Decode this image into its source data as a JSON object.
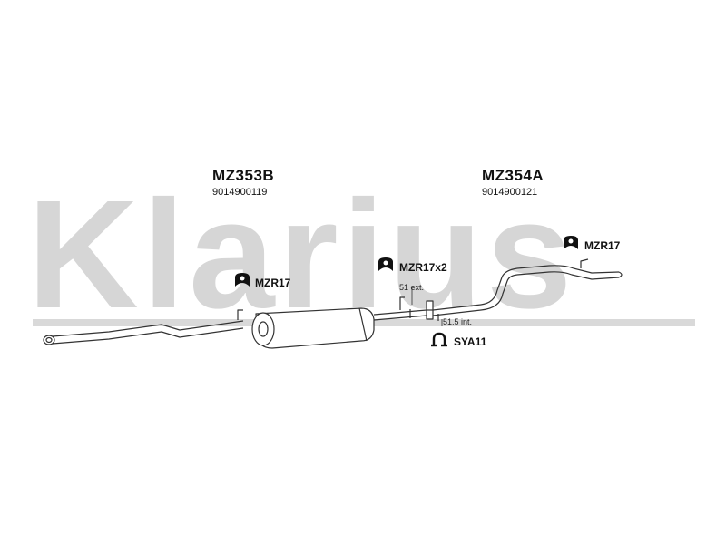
{
  "brand": {
    "watermark": "Klarius"
  },
  "parts": [
    {
      "code": "MZ353B",
      "number": "9014900119"
    },
    {
      "code": "MZ354A",
      "number": "9014900121"
    }
  ],
  "fittings": {
    "mounting_front": "MZR17",
    "mounting_middle": "MZR17x2",
    "mounting_rear": "MZR17",
    "clamp": "SYA11"
  },
  "joint_notes": {
    "external": "51 ext.",
    "internal": "51.5 int."
  },
  "icons": {
    "mounting": "rubber-mounting-icon",
    "clamp": "clamp-icon"
  },
  "colors": {
    "watermark": "#d6d6d6",
    "line": "#333333"
  }
}
